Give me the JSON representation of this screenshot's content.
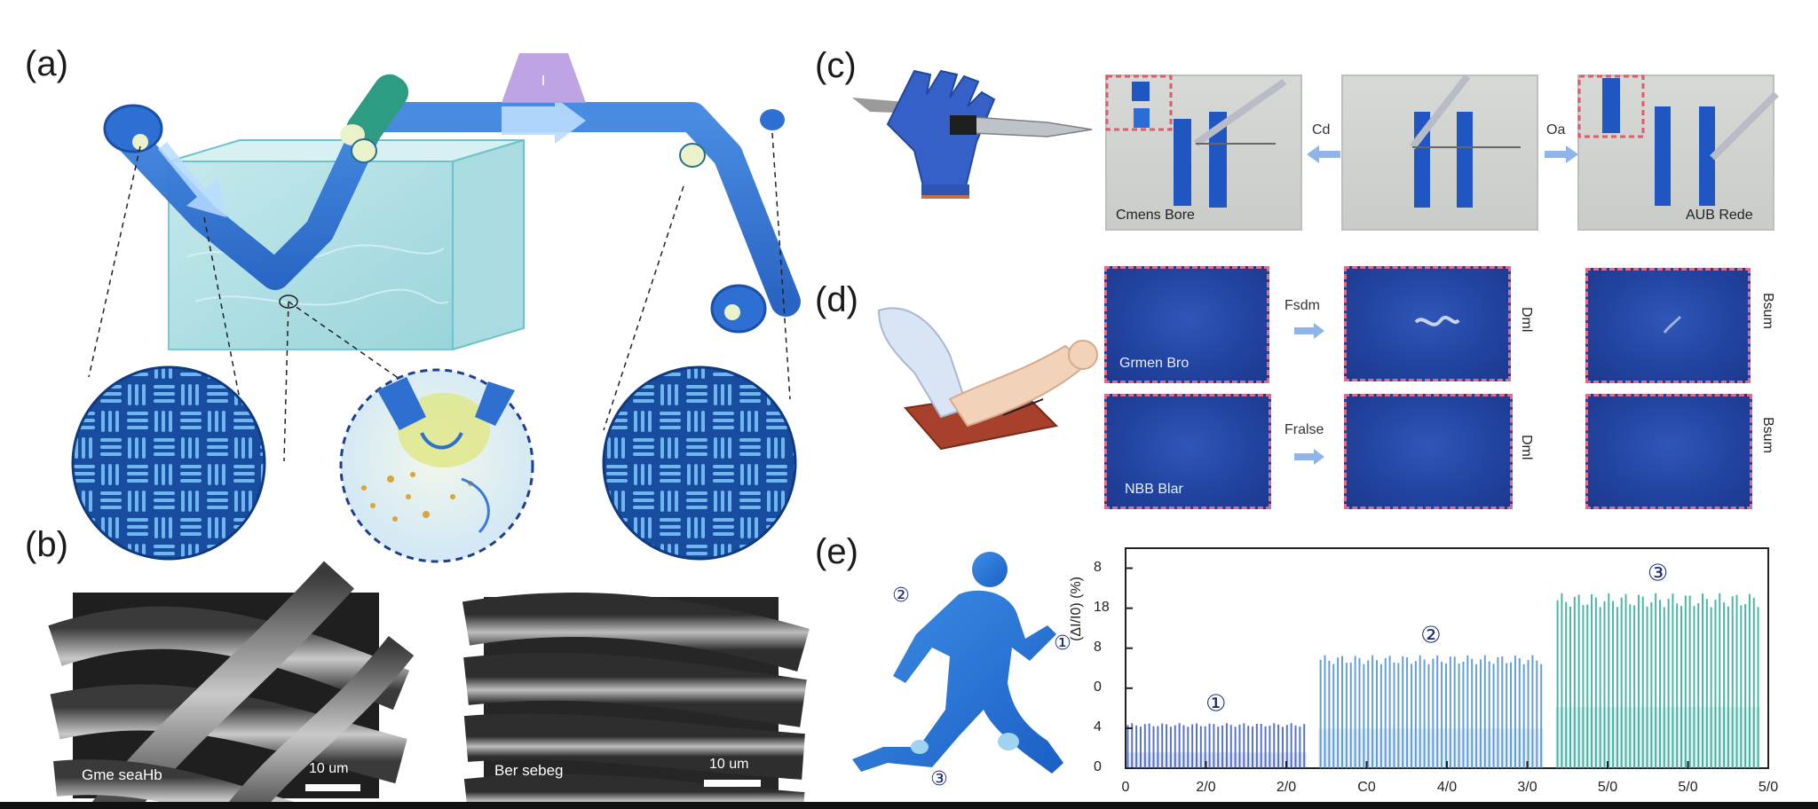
{
  "panels": {
    "a": "(a)",
    "b": "(b)",
    "c": "(c)",
    "d": "(d)",
    "e": "(e)"
  },
  "panel_b": {
    "left_label": "Gme seaHb",
    "left_scale": "10 um",
    "right_label": "Ber sebeg",
    "right_scale": "10 um"
  },
  "panel_c": {
    "arrow_left": "Cd",
    "arrow_right": "Oa",
    "photo1_label": "Cmens Bore",
    "photo3_label": "AUB Rede"
  },
  "panel_d": {
    "arrow_top": "Fsdm",
    "arrow_bottom": "Fralse",
    "photo_tl_label": "Grmen Bro",
    "photo_bl_label": "NBB Blar",
    "side_1": "Dml",
    "side_2": "Bsum",
    "side_3": "Dml",
    "side_4": "Bsum"
  },
  "panel_e": {
    "markers": [
      "①",
      "②",
      "③"
    ],
    "figure_markers": [
      "②",
      "①",
      "③"
    ]
  },
  "colors": {
    "chart_axis": "#222222",
    "segment1": "#3c5bc4",
    "segment2": "#4a8fd0",
    "segment3": "#2fa89a"
  },
  "chart_data": {
    "type": "bar",
    "x_ticks": [
      "0",
      "2/0",
      "2/0",
      "C0",
      "4/0",
      "3/0",
      "5/0",
      "5/0",
      "5/0"
    ],
    "y_ticks": [
      "0",
      "4",
      "0",
      "8",
      "18",
      "8"
    ],
    "ylabel": "(ΔI/I0) (%)",
    "xlim": [
      0,
      160
    ],
    "ylim": [
      0,
      22
    ],
    "segments": [
      {
        "marker": "①",
        "x_start": 0,
        "x_end": 45,
        "count": 42,
        "amplitude": 4.5,
        "color": "#3c5bc4"
      },
      {
        "marker": "②",
        "x_start": 48,
        "x_end": 104,
        "count": 52,
        "amplitude": 11.3,
        "color": "#4a8fd0"
      },
      {
        "marker": "③",
        "x_start": 107,
        "x_end": 158,
        "count": 48,
        "amplitude": 17.5,
        "color": "#2fa89a"
      }
    ]
  }
}
